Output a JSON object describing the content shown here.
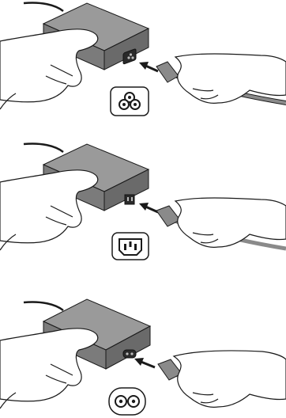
{
  "figure": {
    "steps": [
      {
        "plug_type": "three-prong-cloverleaf-c5",
        "icon": "cloverleaf-socket-icon"
      },
      {
        "plug_type": "three-prong-iec-c13",
        "icon": "iec-c14-socket-icon"
      },
      {
        "plug_type": "two-prong-figure-eight-c7",
        "icon": "figure-eight-socket-icon"
      }
    ],
    "colors": {
      "adapter_top": "#8e8e8e",
      "adapter_front": "#6f6f6f",
      "adapter_side": "#5c5c5c",
      "cable": "#8a8a8a",
      "line": "#1a1a1a",
      "badge_bg": "#ffffff"
    }
  }
}
